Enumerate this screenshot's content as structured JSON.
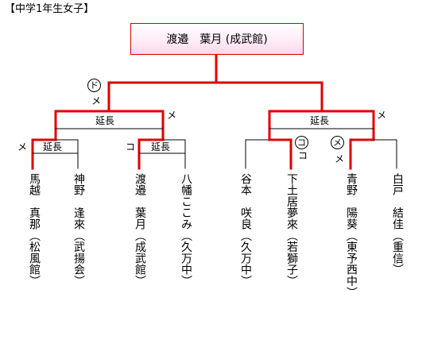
{
  "title": "【中学1年生女子】",
  "champion": "渡邉　葉月 (成武館)",
  "extension_label": "延長",
  "marks": {
    "final_left_circle": "ド",
    "final_left_below": "メ",
    "semi_left_right": "メ",
    "semi_right_right": "メ",
    "qf1_left": "メ",
    "qf2_left": "コ",
    "qf3_circle": "コ",
    "qf3_below": "コ",
    "qf4_circle": "メ",
    "qf4_below": "メ"
  },
  "players": [
    {
      "name": "馬越　真那",
      "team": "（松風館）"
    },
    {
      "name": "神野　逢來",
      "team": "（武揚会）"
    },
    {
      "name": "渡邉　葉月",
      "team": "（成武館）"
    },
    {
      "name": "八幡ここみ",
      "team": "（久万中）"
    },
    {
      "name": "谷本　咲良",
      "team": "（久万中）"
    },
    {
      "name": "下土居夢來",
      "team": "（若獅子）"
    },
    {
      "name": "青野　陽葵",
      "team": "（東予西中）"
    },
    {
      "name": "白戸　結佳",
      "team": "（重信）"
    }
  ]
}
